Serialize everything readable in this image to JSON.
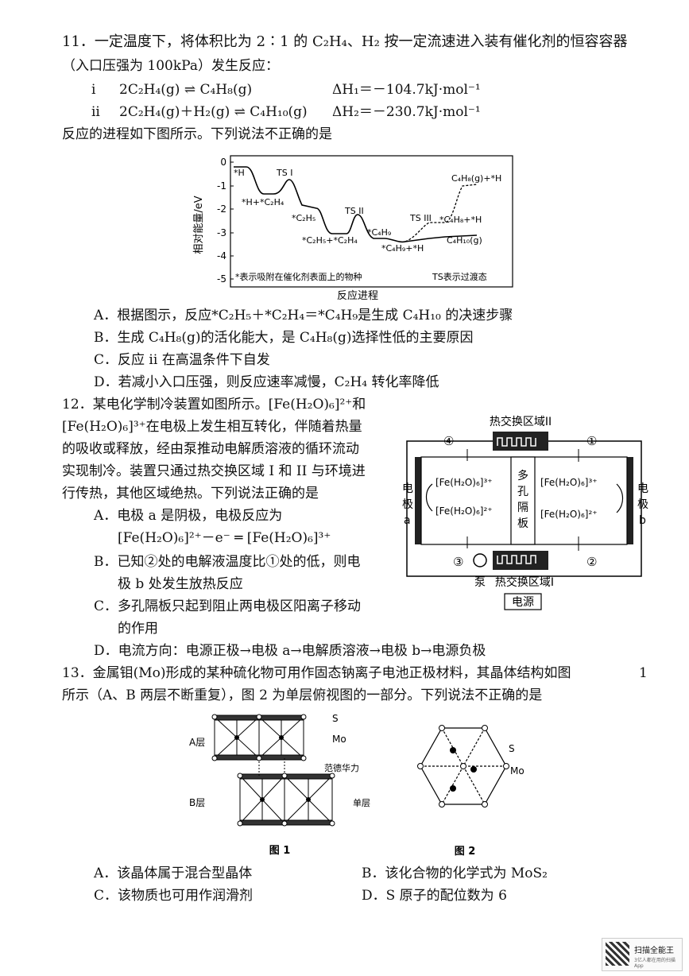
{
  "q11": {
    "line1": "11．一定温度下，将体积比为 2∶1 的 C₂H₄、H₂ 按一定流速进入装有催化剂的恒容容器",
    "line2": "（入口压强为 100kPa）发生反应：",
    "r1_label": "i",
    "r1_eq": "2C₂H₄(g) ⇌ C₄H₈(g)",
    "r1_dh": "ΔH₁＝－104.7kJ·mol⁻¹",
    "r2_label": "ii",
    "r2_eq": "2C₂H₄(g)＋H₂(g) ⇌ C₄H₁₀(g)",
    "r2_dh": "ΔH₂＝－230.7kJ·mol⁻¹",
    "line5": "反应的进程如下图所示。下列说法不正确的是",
    "chart_labels": {
      "ylabel": "相对能量/eV",
      "xlabel": "反应进程",
      "yticks": [
        "0",
        "-1",
        "-2",
        "-3",
        "-4",
        "-5"
      ],
      "note_left": "*表示吸附在催化剂表面上的物种",
      "note_right": "TS表示过渡态",
      "s_h": "*H",
      "s_hc2h4": "*H+*C₂H₄",
      "ts1": "TS I",
      "s_c2h5": "*C₂H₅",
      "s_c2h5c2h4": "*C₂H₅+*C₂H₄",
      "ts2": "TS II",
      "s_c4h9": "*C₄H₉",
      "s_c4h9h": "*C₄H₉+*H",
      "ts3": "TS III",
      "s_c4h8h_ads": "*C₄H₈+*H",
      "s_c4h8g": "C₄H₈(g)+*H",
      "s_c4h10": "C₄H₁₀(g)"
    },
    "optA": "A．根据图示，反应*C₂H₅＋*C₂H₄＝*C₄H₉是生成 C₄H₁₀ 的决速步骤",
    "optB": "B．生成 C₄H₈(g)的活化能大，是 C₄H₈(g)选择性低的主要原因",
    "optC": "C．反应 ii 在高温条件下自发",
    "optD": "D．若减小入口压强，则反应速率减慢，C₂H₄ 转化率降低"
  },
  "q12": {
    "l1": "12．某电化学制冷装置如图所示。[Fe(H₂O)₆]²⁺和",
    "l2": "[Fe(H₂O)₆]³⁺在电极上发生相互转化，伴随着热量",
    "l3": "的吸收或释放，经由泵推动电解质溶液的循环流动",
    "l4": "实现制冷。装置只通过热交换区域 I 和 II 与环境进",
    "l5": "行传热，其他区域绝热。下列说法正确的是",
    "optA1": "A．电极 a 是阴极，电极反应为",
    "optA2": "[Fe(H₂O)₆]²⁺－e⁻ ═ [Fe(H₂O)₆]³⁺",
    "optB1": "B．已知②处的电解液温度比①处的低，则电",
    "optB2": "极 b 处发生放热反应",
    "optC1": "C．多孔隔板只起到阻止两电极区阳离子移动",
    "optC2": "的作用",
    "optD": "D．电流方向：电源正极→电极 a→电解质溶液→电极 b→电源负极",
    "fig": {
      "hx2": "热交换区域II",
      "hx1": "热交换区域I",
      "n1": "①",
      "n2": "②",
      "n3": "③",
      "n4": "④",
      "elec_a": [
        "电",
        "极",
        "a"
      ],
      "elec_b": [
        "电",
        "极",
        "b"
      ],
      "membrane": [
        "多",
        "孔",
        "隔",
        "板"
      ],
      "fe3_left": "[Fe(H₂O)₆]³⁺",
      "fe2_left": "[Fe(H₂O)₆]²⁺",
      "fe3_right": "[Fe(H₂O)₆]³⁺",
      "fe2_right": "[Fe(H₂O)₆]²⁺",
      "pump": "泵",
      "power": "电源"
    }
  },
  "q13": {
    "l1": "13．金属钼(Mo)形成的某种硫化物可用作固态钠离子电池正极材料，其晶体结构如图",
    "l2": "所示（A、B 两层不断重复），图 2 为单层俯视图的一部分。下列说法不正确的是",
    "side_mark": "1",
    "fig1": {
      "layerA": "A层",
      "layerB": "B层",
      "S": "S",
      "Mo": "Mo",
      "vdw": "范德华力",
      "single": "单层",
      "cap": "图 1"
    },
    "fig2": {
      "S": "S",
      "Mo": "Mo",
      "cap": "图 2"
    },
    "optA": "A．该晶体属于混合型晶体",
    "optB": "B．该化合物的化学式为 MoS₂",
    "optC": "C．该物质也可用作润滑剂",
    "optD": "D．S 原子的配位数为 6"
  },
  "watermark": {
    "line1": "扫描全能王",
    "line2": "3亿人都在用的扫描App"
  }
}
